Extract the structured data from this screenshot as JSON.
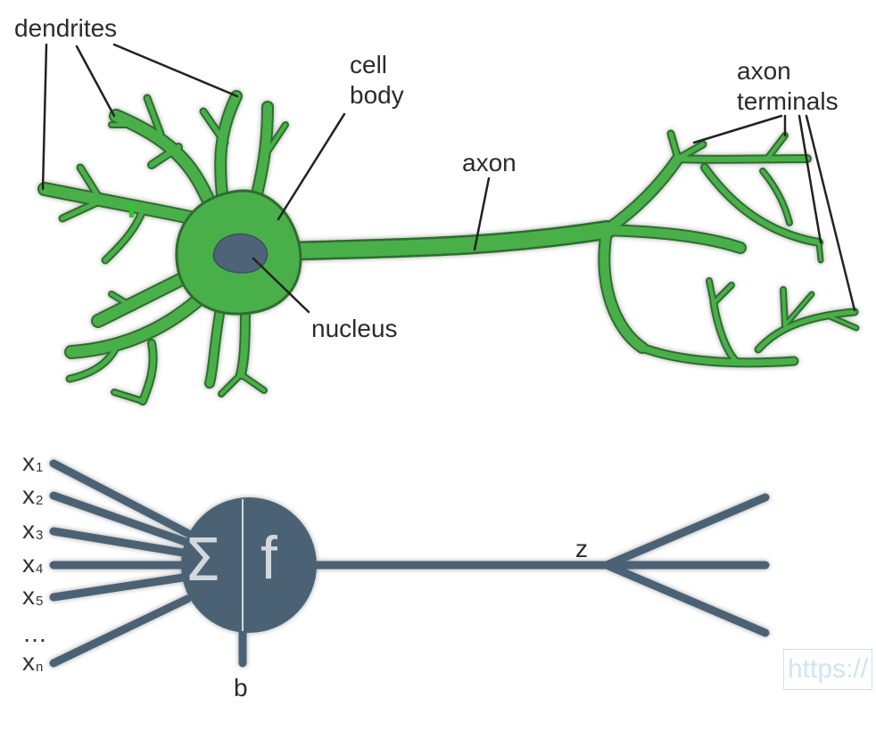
{
  "neuron": {
    "labels": {
      "dendrites": "dendrites",
      "cell_body": "cell\nbody",
      "axon": "axon",
      "nucleus": "nucleus",
      "axon_terminals": "axon\nterminals"
    },
    "colors": {
      "membrane": "#4ab04a",
      "outline": "#2f6d2f",
      "nucleus": "#4f6478"
    }
  },
  "model": {
    "inputs": [
      {
        "var": "x",
        "sub": "1"
      },
      {
        "var": "x",
        "sub": "2"
      },
      {
        "var": "x",
        "sub": "3"
      },
      {
        "var": "x",
        "sub": "4"
      },
      {
        "var": "x",
        "sub": "5"
      },
      {
        "var": "…",
        "sub": ""
      },
      {
        "var": "x",
        "sub": "n"
      }
    ],
    "sum_symbol": "Σ",
    "activation_symbol": "f",
    "output_label": "z",
    "bias_label": "b",
    "colors": {
      "body": "#4b6275",
      "symbol": "#d2d8dc"
    }
  },
  "watermark": "https://"
}
